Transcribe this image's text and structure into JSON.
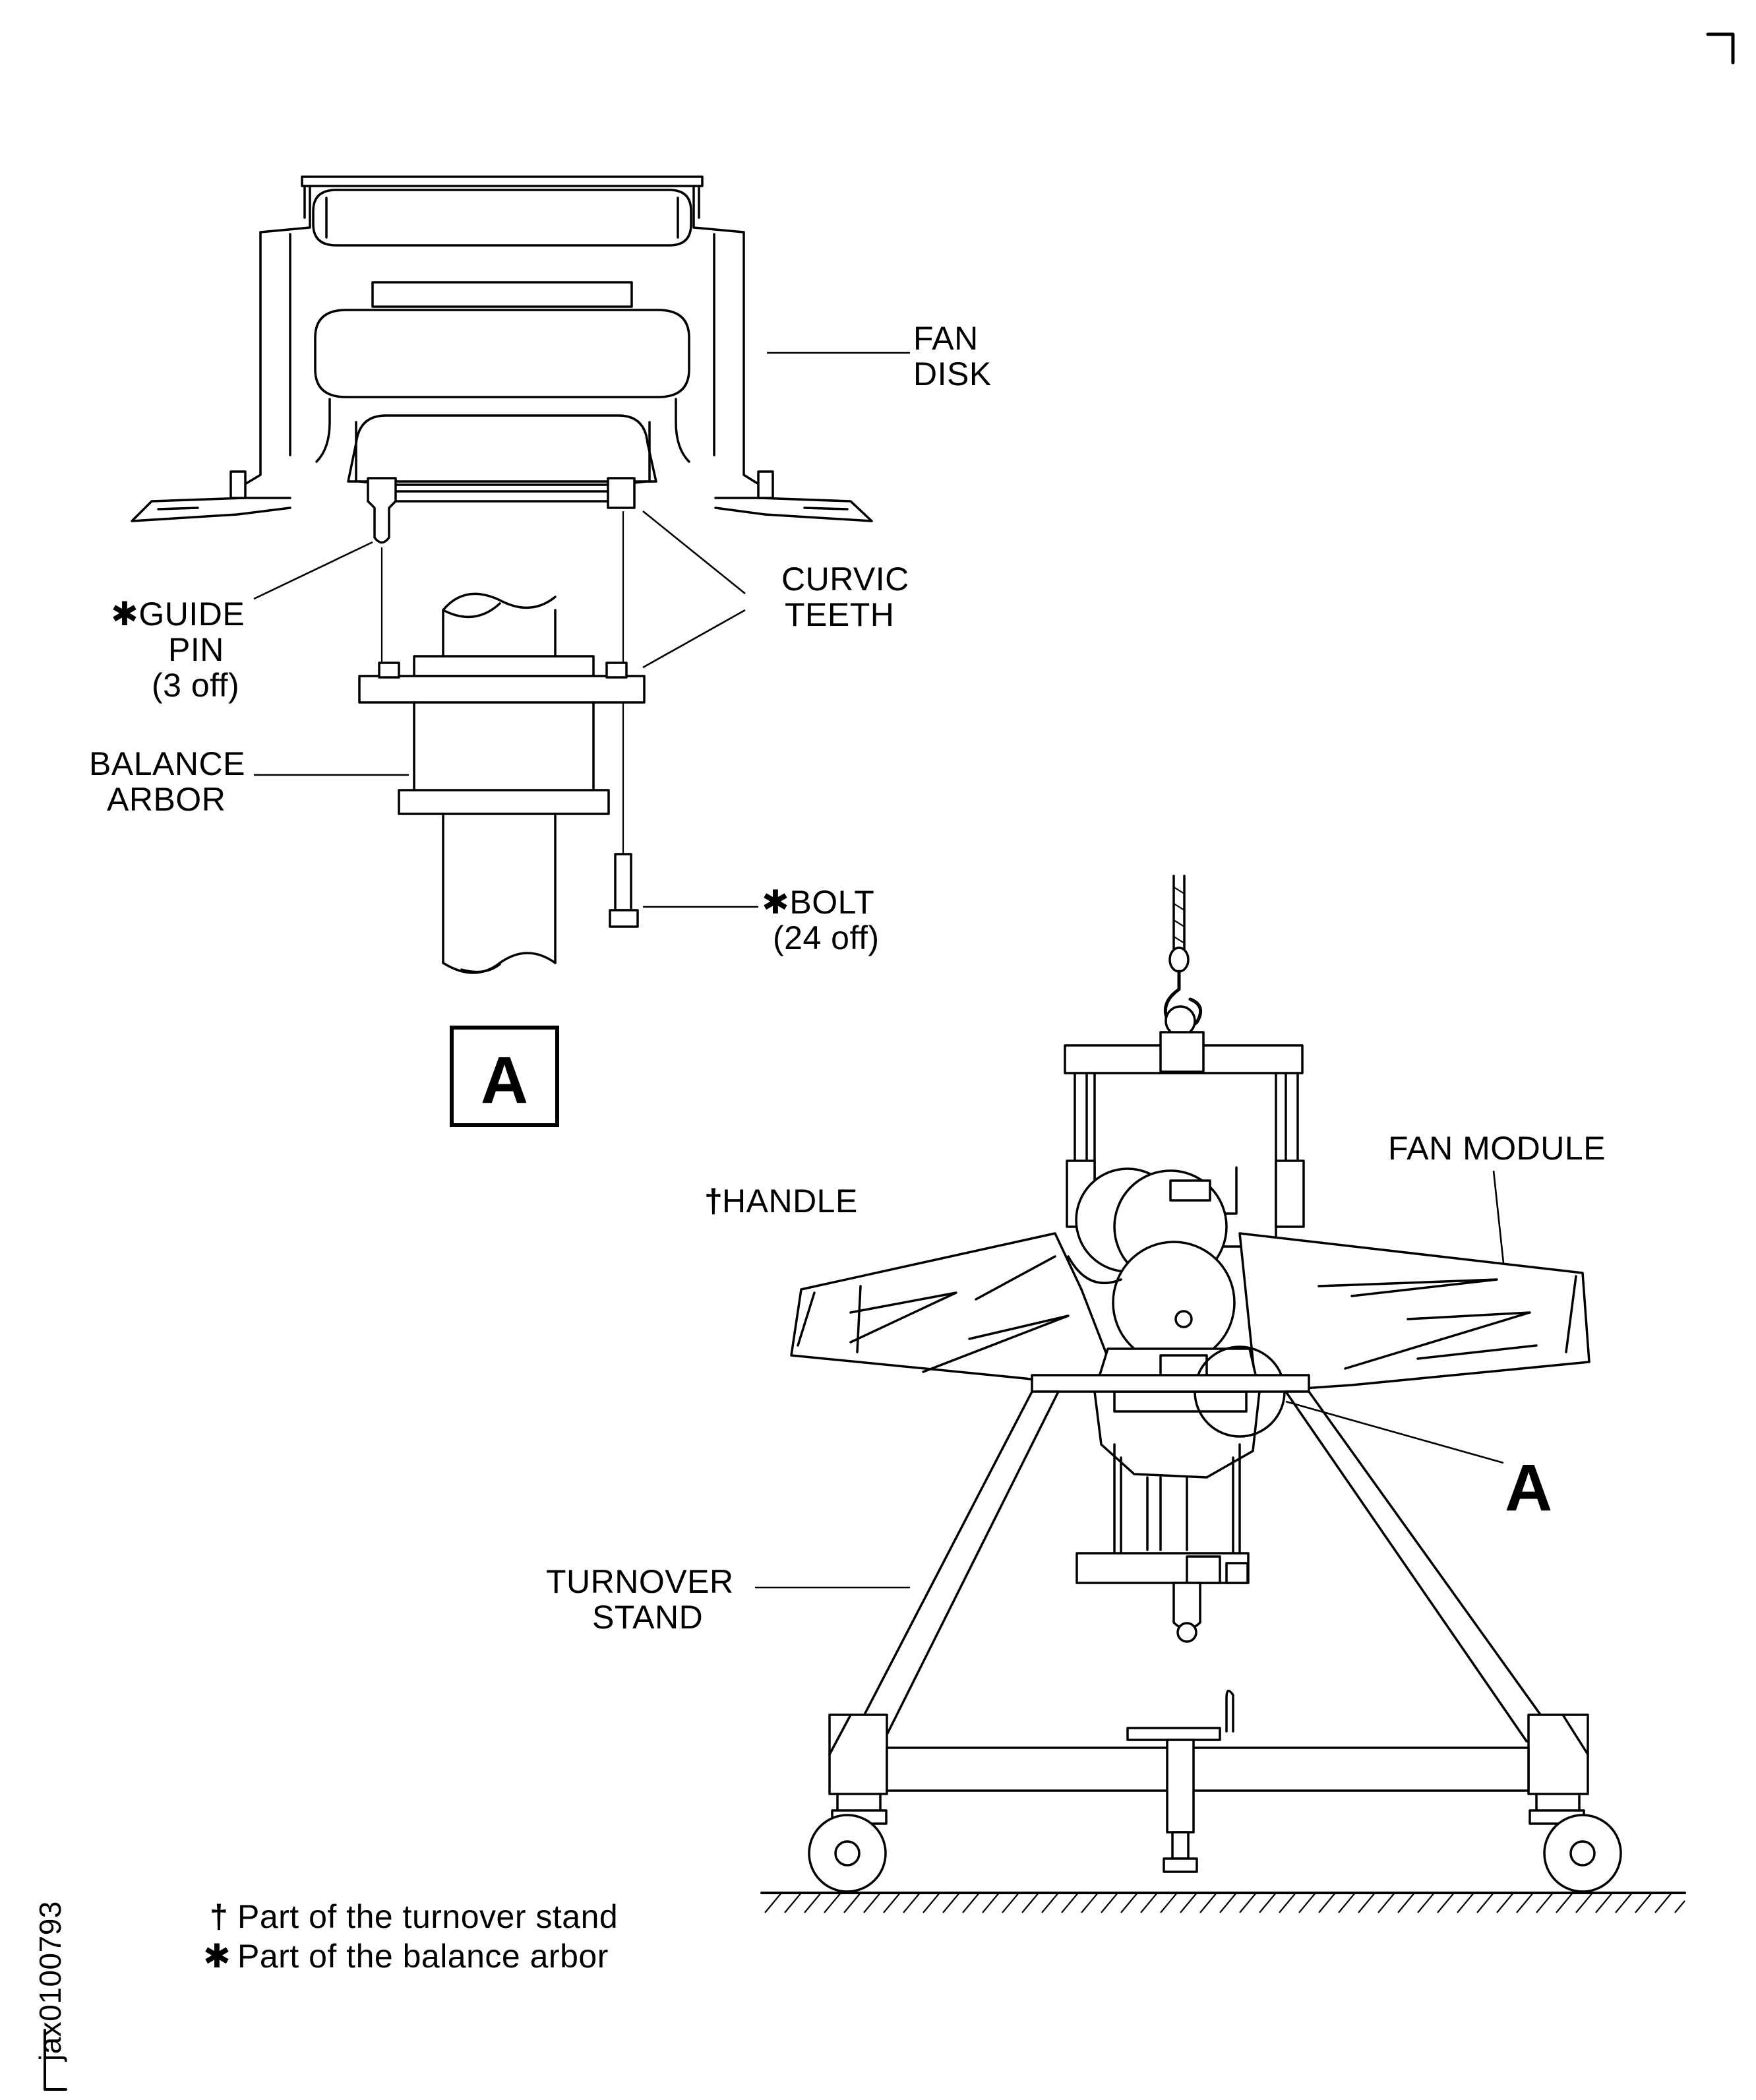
{
  "figure_id": "jax0100793",
  "detail": {
    "marker": "A",
    "fan_disk": "FAN\nDISK",
    "curvic_teeth": "CURVIC\nTEETH",
    "guide_pin": "GUIDE\nPIN\n(3 off)",
    "balance_arbor": "BALANCE\nARBOR",
    "bolt": "BOLT\n(24 off)"
  },
  "main_view": {
    "fan_module": "FAN MODULE",
    "handle": "HANDLE",
    "turnover_stand": "TURNOVER\nSTAND",
    "detail_ref": "A"
  },
  "legend": {
    "dagger_symbol": "†",
    "dagger_text": "Part of the turnover stand",
    "star_symbol": "✱",
    "star_text": "Part of the balance arbor"
  }
}
